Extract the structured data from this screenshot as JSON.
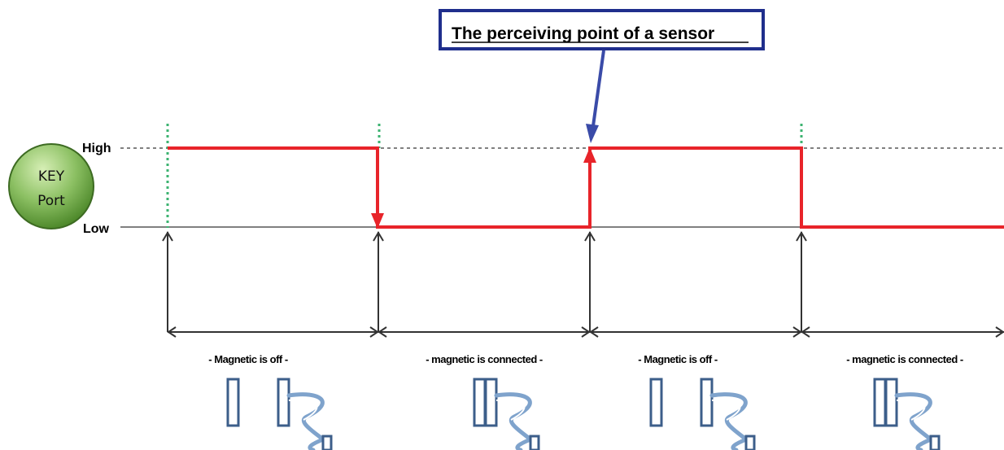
{
  "callout": {
    "text": "The perceiving point of a sensor"
  },
  "key_port": {
    "line1": "KEY",
    "line2": "Port"
  },
  "levels": {
    "high": "High",
    "low": "Low"
  },
  "segments": [
    {
      "label": "-  Magnetic is off  -",
      "state": "open"
    },
    {
      "label": "-  magnetic is connected  -",
      "state": "closed"
    },
    {
      "label": "-  Magnetic is off  -",
      "state": "open"
    },
    {
      "label": "-  magnetic is connected  -",
      "state": "closed"
    }
  ],
  "colors": {
    "signal": "#e8242a",
    "timing": "#333333",
    "callout_border": "#1f2e8c",
    "callout_arrow": "#3a4ba8",
    "marker": "#3cb371",
    "magnet": "#3c5e8a",
    "coil": "#7fa3cc",
    "key_fill": "#6fa543"
  }
}
